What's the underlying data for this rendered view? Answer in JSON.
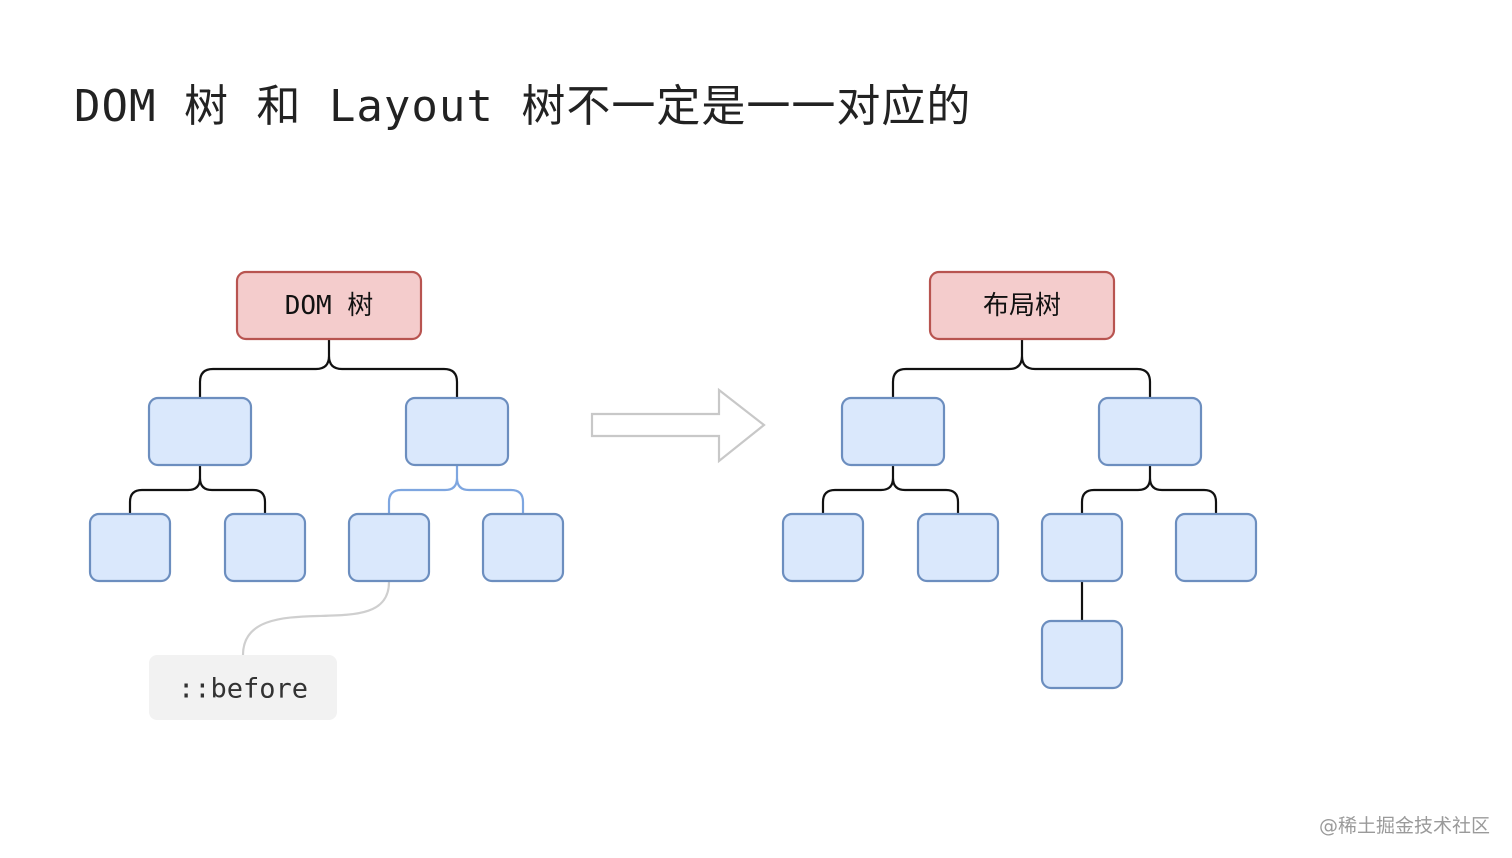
{
  "title": "DOM 树 和 Layout 树不一定是一一对应的",
  "dom_tree": {
    "root_label": "DOM 树",
    "pseudo_label": "::before"
  },
  "layout_tree": {
    "root_label": "布局树"
  },
  "watermark": "@稀土掘金技术社区",
  "colors": {
    "root_fill": "#f4cccc",
    "root_stroke": "#b85450",
    "node_fill": "#dae8fc",
    "node_stroke": "#6c8ebf",
    "connector": "#111111",
    "pseudo_connector": "#7ea6e0",
    "arrow_stroke": "#c8c8c8",
    "note_fill": "#f2f2f2"
  }
}
